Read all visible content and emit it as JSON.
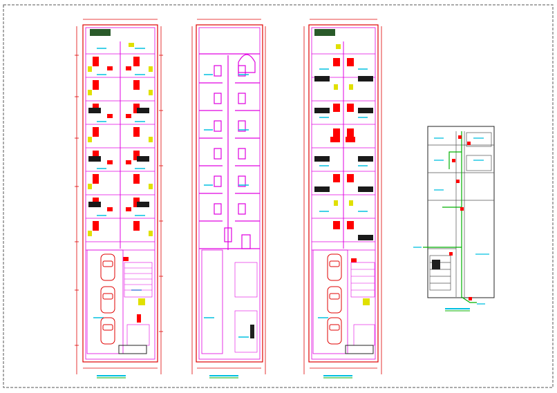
{
  "sheet": {
    "background": "#ffffff",
    "border_color": "#555555"
  },
  "colors": {
    "wall": "#e000e0",
    "dim_line": "#e00000",
    "furniture": "#ff0000",
    "tag": "#00c0e0",
    "green": "#00b000",
    "yellow": "#e0e000",
    "dark": "#202020",
    "gray": "#808080"
  },
  "plans": [
    {
      "id": "furnished-plan-a"
    },
    {
      "id": "wall-layout-plan"
    },
    {
      "id": "furnished-plan-b"
    },
    {
      "id": "plumbing-plan"
    }
  ]
}
